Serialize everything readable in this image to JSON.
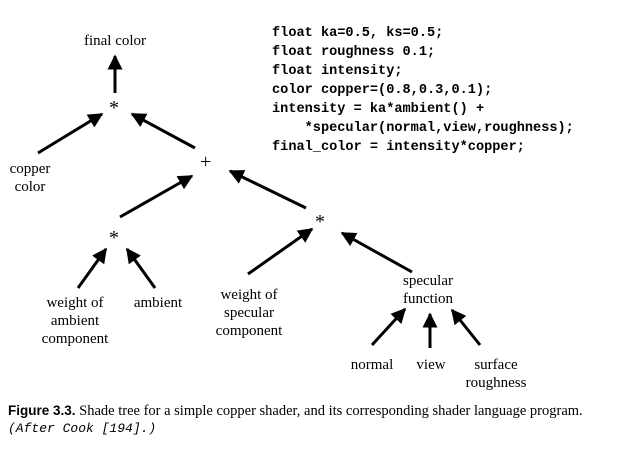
{
  "nodes": {
    "final_color": "final color",
    "mult_top": "*",
    "copper_color": [
      "copper",
      "color"
    ],
    "plus": "+",
    "mult_left": "*",
    "mult_right": "*",
    "weight_ambient": [
      "weight of",
      "ambient",
      "component"
    ],
    "ambient": "ambient",
    "weight_specular": [
      "weight of",
      "specular",
      "component"
    ],
    "specular_function": [
      "specular",
      "function"
    ],
    "normal": "normal",
    "view": "view",
    "surface_roughness": [
      "surface",
      "roughness"
    ]
  },
  "code_lines": [
    "float ka=0.5, ks=0.5;",
    "float roughness 0.1;",
    "float intensity;",
    "color copper=(0.8,0.3,0.1);",
    "intensity = ka*ambient() +",
    "    *specular(normal,view,roughness);",
    "final_color = intensity*copper;"
  ],
  "caption": {
    "label": "Figure 3.3.",
    "text": " Shade tree for a simple copper shader, and its corresponding shader language program. ",
    "citation": "(After Cook [194].)"
  },
  "colors": {
    "ink": "#000000",
    "background": "#ffffff"
  }
}
